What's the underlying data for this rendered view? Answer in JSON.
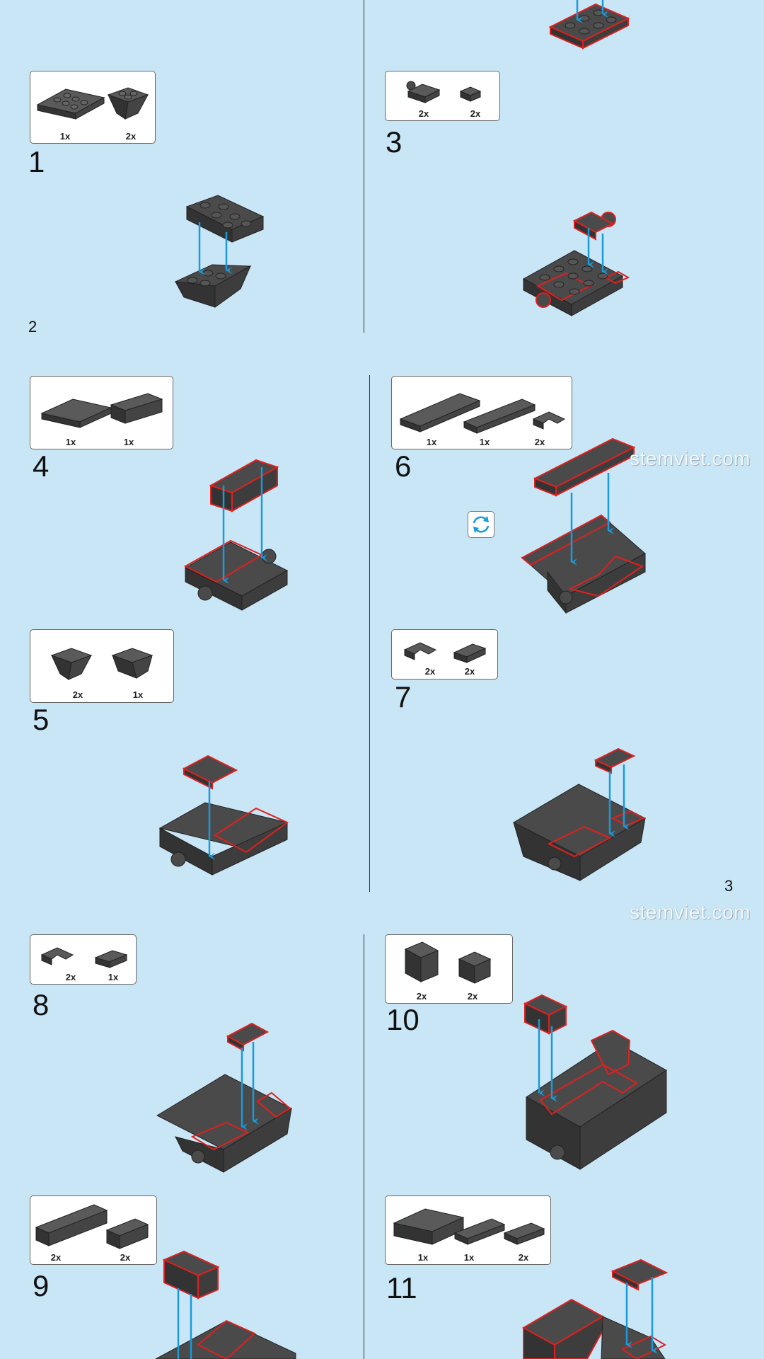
{
  "steps": [
    {
      "number": "1",
      "parts": [
        {
          "qty": "1x"
        },
        {
          "qty": "2x"
        }
      ]
    },
    {
      "number": "3",
      "parts": [
        {
          "qty": "2x"
        },
        {
          "qty": "2x"
        }
      ]
    },
    {
      "number": "4",
      "parts": [
        {
          "qty": "1x"
        },
        {
          "qty": "1x"
        }
      ]
    },
    {
      "number": "5",
      "parts": [
        {
          "qty": "2x"
        },
        {
          "qty": "1x"
        }
      ]
    },
    {
      "number": "6",
      "parts": [
        {
          "qty": "1x"
        },
        {
          "qty": "1x"
        },
        {
          "qty": "2x"
        }
      ]
    },
    {
      "number": "7",
      "parts": [
        {
          "qty": "2x"
        },
        {
          "qty": "2x"
        }
      ]
    },
    {
      "number": "8",
      "parts": [
        {
          "qty": "2x"
        },
        {
          "qty": "1x"
        }
      ]
    },
    {
      "number": "9",
      "parts": [
        {
          "qty": "2x"
        },
        {
          "qty": "2x"
        }
      ]
    },
    {
      "number": "10",
      "parts": [
        {
          "qty": "2x"
        },
        {
          "qty": "2x"
        }
      ]
    },
    {
      "number": "11",
      "parts": [
        {
          "qty": "1x"
        },
        {
          "qty": "1x"
        },
        {
          "qty": "2x"
        }
      ]
    }
  ],
  "page_numbers": {
    "left": "2",
    "right": "3"
  },
  "watermark": "stemviet.com",
  "icons": {
    "rotate": "rotate-model-icon",
    "arrow": "placement-arrow"
  },
  "colors": {
    "background": "#c9e6f7",
    "brick": "#4a4a4a",
    "highlight": "#e0201e",
    "arrow": "#1a9ad9"
  }
}
